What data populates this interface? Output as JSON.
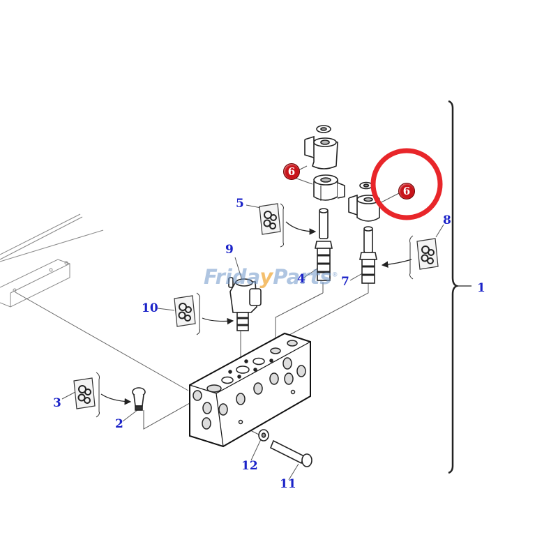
{
  "diagram": {
    "type": "exploded-parts-diagram",
    "subject": "Solenoid valve block assembly",
    "watermark": {
      "text_before": "Frida",
      "text_highlight": "y",
      "text_after": "Parts",
      "mark": "®",
      "color": "#6e96c8",
      "accent": "#f0aa3c"
    },
    "callout_color": "#1a22c8",
    "highlight": {
      "shape": "circle",
      "color": "#e8262a",
      "target_callout": "6"
    },
    "bracket_group": {
      "label": "1",
      "description": "Assembly bracket covering items 2–12"
    },
    "callouts": [
      {
        "id": "1",
        "label": "1",
        "part": "valve-assembly"
      },
      {
        "id": "2",
        "label": "2",
        "part": "plug"
      },
      {
        "id": "3",
        "label": "3",
        "part": "seal-kit"
      },
      {
        "id": "4",
        "label": "4",
        "part": "solenoid-cartridge"
      },
      {
        "id": "5",
        "label": "5",
        "part": "seal-kit"
      },
      {
        "id": "6a",
        "label": "6",
        "part": "solenoid-coil",
        "style": "red-badge"
      },
      {
        "id": "6b",
        "label": "6",
        "part": "solenoid-coil",
        "style": "red-badge",
        "highlighted": true
      },
      {
        "id": "7",
        "label": "7",
        "part": "solenoid-cartridge"
      },
      {
        "id": "8",
        "label": "8",
        "part": "seal-kit"
      },
      {
        "id": "9",
        "label": "9",
        "part": "proportional-valve"
      },
      {
        "id": "10",
        "label": "10",
        "part": "seal-kit"
      },
      {
        "id": "11",
        "label": "11",
        "part": "bolt"
      },
      {
        "id": "12",
        "label": "12",
        "part": "washer"
      }
    ]
  }
}
